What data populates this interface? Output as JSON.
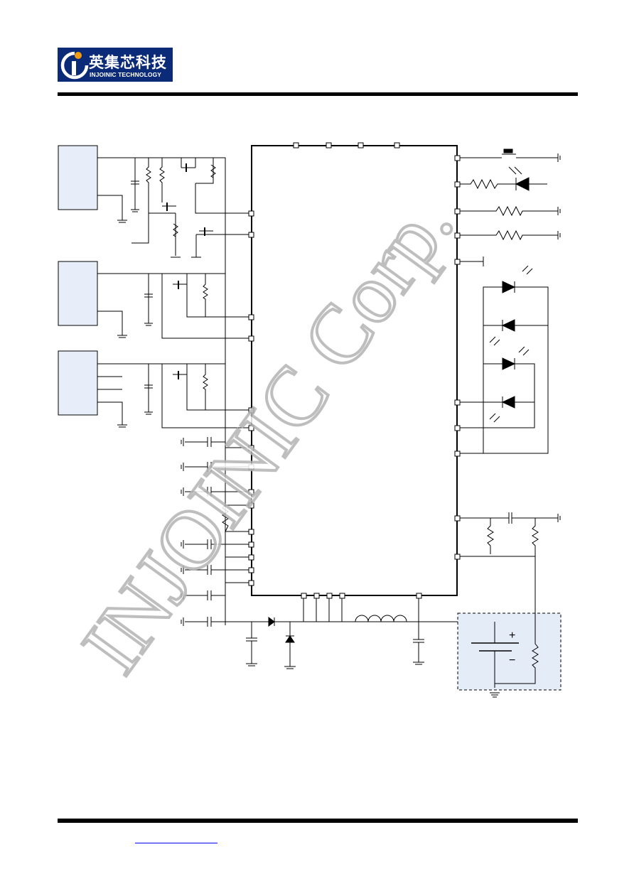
{
  "header": {
    "logo_cn": "英集芯科技",
    "logo_en": "INJOINIC TECHNOLOGY"
  },
  "watermark": {
    "text": "INJOINIC Corp."
  },
  "schematic": {
    "battery_plus": "+",
    "battery_minus": "−"
  },
  "footer": {
    "link_text": ""
  }
}
